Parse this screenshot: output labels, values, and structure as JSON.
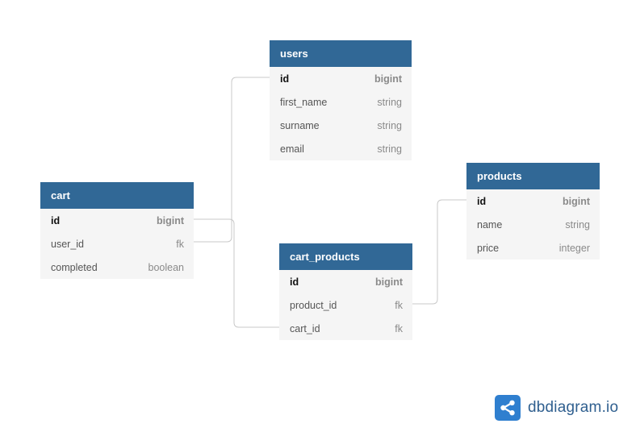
{
  "tables": [
    {
      "name": "users",
      "fields": [
        {
          "name": "id",
          "type": "bigint",
          "pk": true
        },
        {
          "name": "first_name",
          "type": "string",
          "pk": false
        },
        {
          "name": "surname",
          "type": "string",
          "pk": false
        },
        {
          "name": "email",
          "type": "string",
          "pk": false
        }
      ]
    },
    {
      "name": "cart",
      "fields": [
        {
          "name": "id",
          "type": "bigint",
          "pk": true
        },
        {
          "name": "user_id",
          "type": "fk",
          "pk": false
        },
        {
          "name": "completed",
          "type": "boolean",
          "pk": false
        }
      ]
    },
    {
      "name": "cart_products",
      "fields": [
        {
          "name": "id",
          "type": "bigint",
          "pk": true
        },
        {
          "name": "product_id",
          "type": "fk",
          "pk": false
        },
        {
          "name": "cart_id",
          "type": "fk",
          "pk": false
        }
      ]
    },
    {
      "name": "products",
      "fields": [
        {
          "name": "id",
          "type": "bigint",
          "pk": true
        },
        {
          "name": "name",
          "type": "string",
          "pk": false
        },
        {
          "name": "price",
          "type": "integer",
          "pk": false
        }
      ]
    }
  ],
  "relations": [
    {
      "from": "cart.user_id",
      "to": "users.id"
    },
    {
      "from": "cart_products.cart_id",
      "to": "cart.id"
    },
    {
      "from": "cart_products.product_id",
      "to": "products.id"
    }
  ],
  "brand": {
    "name": "dbdiagram.io",
    "logo_icon": "share-nodes-icon",
    "color": "#2f7fcf"
  },
  "colors": {
    "header": "#316896",
    "body": "#f5f5f5",
    "connector": "#c8c8c8"
  }
}
